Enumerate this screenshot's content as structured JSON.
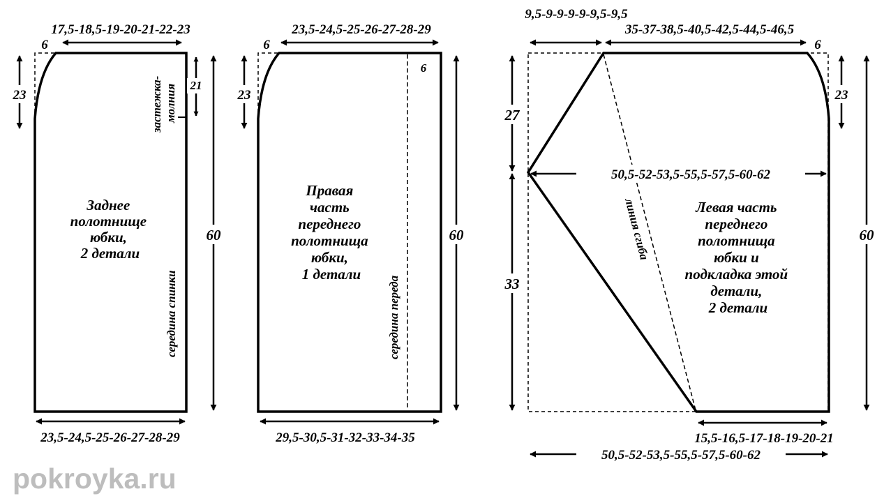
{
  "watermark": "pokroyka.ru",
  "back_panel": {
    "top_width": "17,5-18,5-19-20-21-22-23",
    "dart_offset": "6",
    "hip_height": "23",
    "zip_length": "21",
    "zip_label_line1": "застежка-",
    "zip_label_line2": "молния",
    "height": "60",
    "center_line_label": "середина спинки",
    "title": [
      "Заднее",
      "полотнище",
      "юбки,",
      "2 детали"
    ],
    "bottom_width": "23,5-24,5-25-26-27-28-29"
  },
  "right_front_panel": {
    "top_width": "23,5-24,5-25-26-27-28-29",
    "dart_offset": "6",
    "hip_height": "23",
    "fold_offset": "6",
    "height": "60",
    "center_line_label": "середина переда",
    "title": [
      "Правая",
      "часть",
      "переднего",
      "полотнища",
      "юбки,",
      "1 детали"
    ],
    "bottom_width": "29,5-30,5-31-32-33-34-35"
  },
  "left_front_panel": {
    "overlap_width": "9,5-9-9-9-9-9,5-9,5",
    "top_width": "35-37-38,5-40,5-42,5-44,5-46,5",
    "dart_offset": "6",
    "hip_height": "23",
    "upper_height": "27",
    "lower_height": "33",
    "mid_width": "50,5-52-53,5-55,5-57,5-60-62",
    "fold_line_label": "линия сгиба",
    "height": "60",
    "title": [
      "Левая часть",
      "переднего",
      "полотнища",
      "юбки и",
      "подкладка этой",
      "детали,",
      "2 детали"
    ],
    "hem_width": "15,5-16,5-17-18-19-20-21",
    "bottom_width": "50,5-52-53,5-55,5-57,5-60-62"
  }
}
